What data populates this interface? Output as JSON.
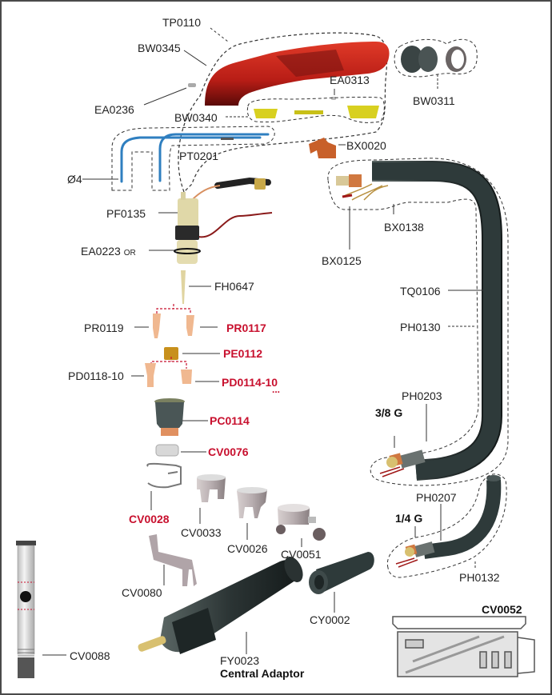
{
  "diagram": {
    "type": "exploded parts diagram",
    "subject": "Welding torch spare parts",
    "colors": {
      "label_default": "#222222",
      "label_highlight": "#c8102e",
      "handle": "#c4241c",
      "cable": "#2e3a3a",
      "copper": "#e8a07a",
      "blue_liner": "#2f7fc0",
      "insulator_yellow": "#d8d020",
      "frame": "#4a4a4a"
    },
    "labels": {
      "TP0110": "TP0110",
      "BW0345": "BW0345",
      "EA0236": "EA0236",
      "EA0313": "EA0313",
      "BW0340": "BW0340",
      "BW0311": "BW0311",
      "PT0201": "PT0201",
      "O4": "Ø4",
      "BX0020": "BX0020",
      "PF0135": "PF0135",
      "EA0223": "EA0223",
      "EA0223_suffix": "OR",
      "BX0138": "BX0138",
      "BX0125": "BX0125",
      "FH0647": "FH0647",
      "TQ0106": "TQ0106",
      "PH0130": "PH0130",
      "PR0119": "PR0119",
      "PR0117": "PR0117",
      "PE0112": "PE0112",
      "PD0118_10": "PD0118-10",
      "PD0114_10": "PD0114-10",
      "PD0114_10_note": "...",
      "PC0114": "PC0114",
      "CV0076": "CV0076",
      "PH0203": "PH0203",
      "G38": "3/8 G",
      "CV0028": "CV0028",
      "CV0033": "CV0033",
      "CV0026": "CV0026",
      "CV0051": "CV0051",
      "PH0207": "PH0207",
      "G14": "1/4 G",
      "PH0132": "PH0132",
      "CV0080": "CV0080",
      "CY0002": "CY0002",
      "CV0052": "CV0052",
      "CV0088": "CV0088",
      "FY0023": "FY0023",
      "central_adaptor": "Central Adaptor"
    },
    "highlighted_parts": [
      "PR0117",
      "PE0112",
      "PD0114-10",
      "PC0114",
      "CV0076",
      "CV0028"
    ]
  }
}
